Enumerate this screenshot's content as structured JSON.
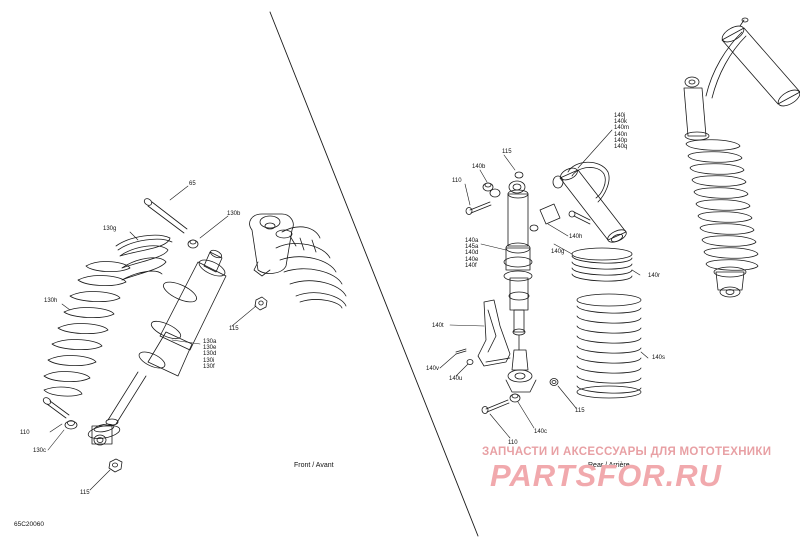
{
  "diagram_id": "65C20060",
  "captions": {
    "front": "Front / Avant",
    "rear": "Rear / Arrière"
  },
  "watermark": {
    "tagline": "ЗАПЧАСТИ И АКСЕССУАРЫ ДЛЯ МОТОТЕХНИКИ",
    "logo": "PARTSFOR.RU"
  },
  "front_labels": {
    "p65": "65",
    "p130b": "130b",
    "p130g": "130g",
    "p130h": "130h",
    "p115a": "115",
    "p110": "110",
    "p130c": "130c",
    "p115b": "115",
    "stack": [
      "130a",
      "130e",
      "130d",
      "130i",
      "130f"
    ]
  },
  "rear_labels": {
    "p115a": "115",
    "p140b": "140b",
    "p110a": "110",
    "p140h": "140h",
    "p140g": "140g",
    "p140r": "140r",
    "p140t": "140t",
    "p140v": "140v",
    "p140u": "140u",
    "p140s": "140s",
    "p115b": "115",
    "p110b": "110",
    "p140c": "140c",
    "stack_top": [
      "140j",
      "140k",
      "140m",
      "140n",
      "140p",
      "140q"
    ],
    "stack_mid": [
      "140a",
      "145a",
      "140d",
      "140e",
      "140f"
    ]
  },
  "colors": {
    "line": "#1a1a1a",
    "wm_text": "#e8a0a4",
    "wm_logo": "#f1a9ad"
  }
}
